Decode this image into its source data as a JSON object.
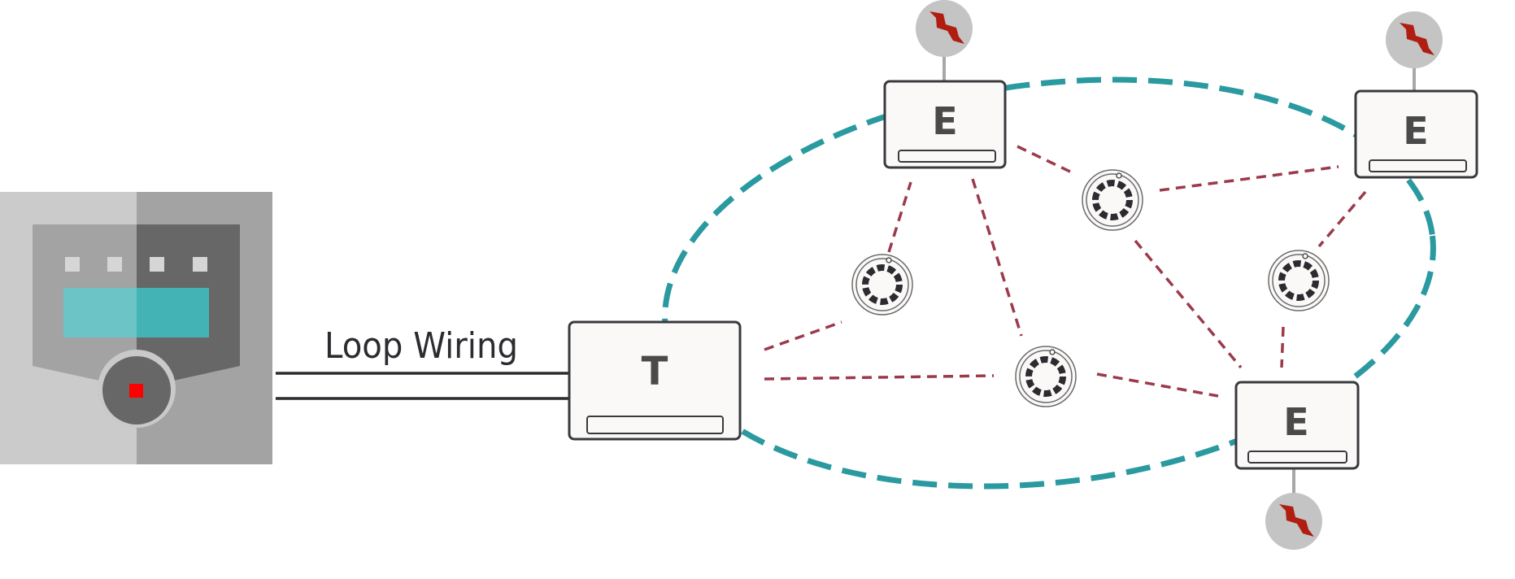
{
  "diagram": {
    "loop_label": "Loop Wiring",
    "translator": {
      "letter": "T"
    },
    "expanders": [
      {
        "letter": "E"
      },
      {
        "letter": "E"
      },
      {
        "letter": "E"
      }
    ],
    "colors": {
      "wireless_ring": "#2a9aa0",
      "mesh_links": "#9b3a4c",
      "node_fill": "#faf9f8",
      "node_stroke": "#3a3a3e",
      "panel_light": "#cbcbcb",
      "panel_dark": "#a3a3a3",
      "panel_inner_light": "#a3a3a3",
      "panel_inner_dark": "#676767",
      "panel_screen": "#4fbcc0",
      "panel_button": "#ff0000",
      "power_circle": "#c4c4c4",
      "lightning": "#b01e12"
    },
    "icons": {
      "panel": "fire-alarm-control-panel-icon",
      "detector": "smoke-detector-icon",
      "power": "lightning-bolt-icon"
    }
  }
}
